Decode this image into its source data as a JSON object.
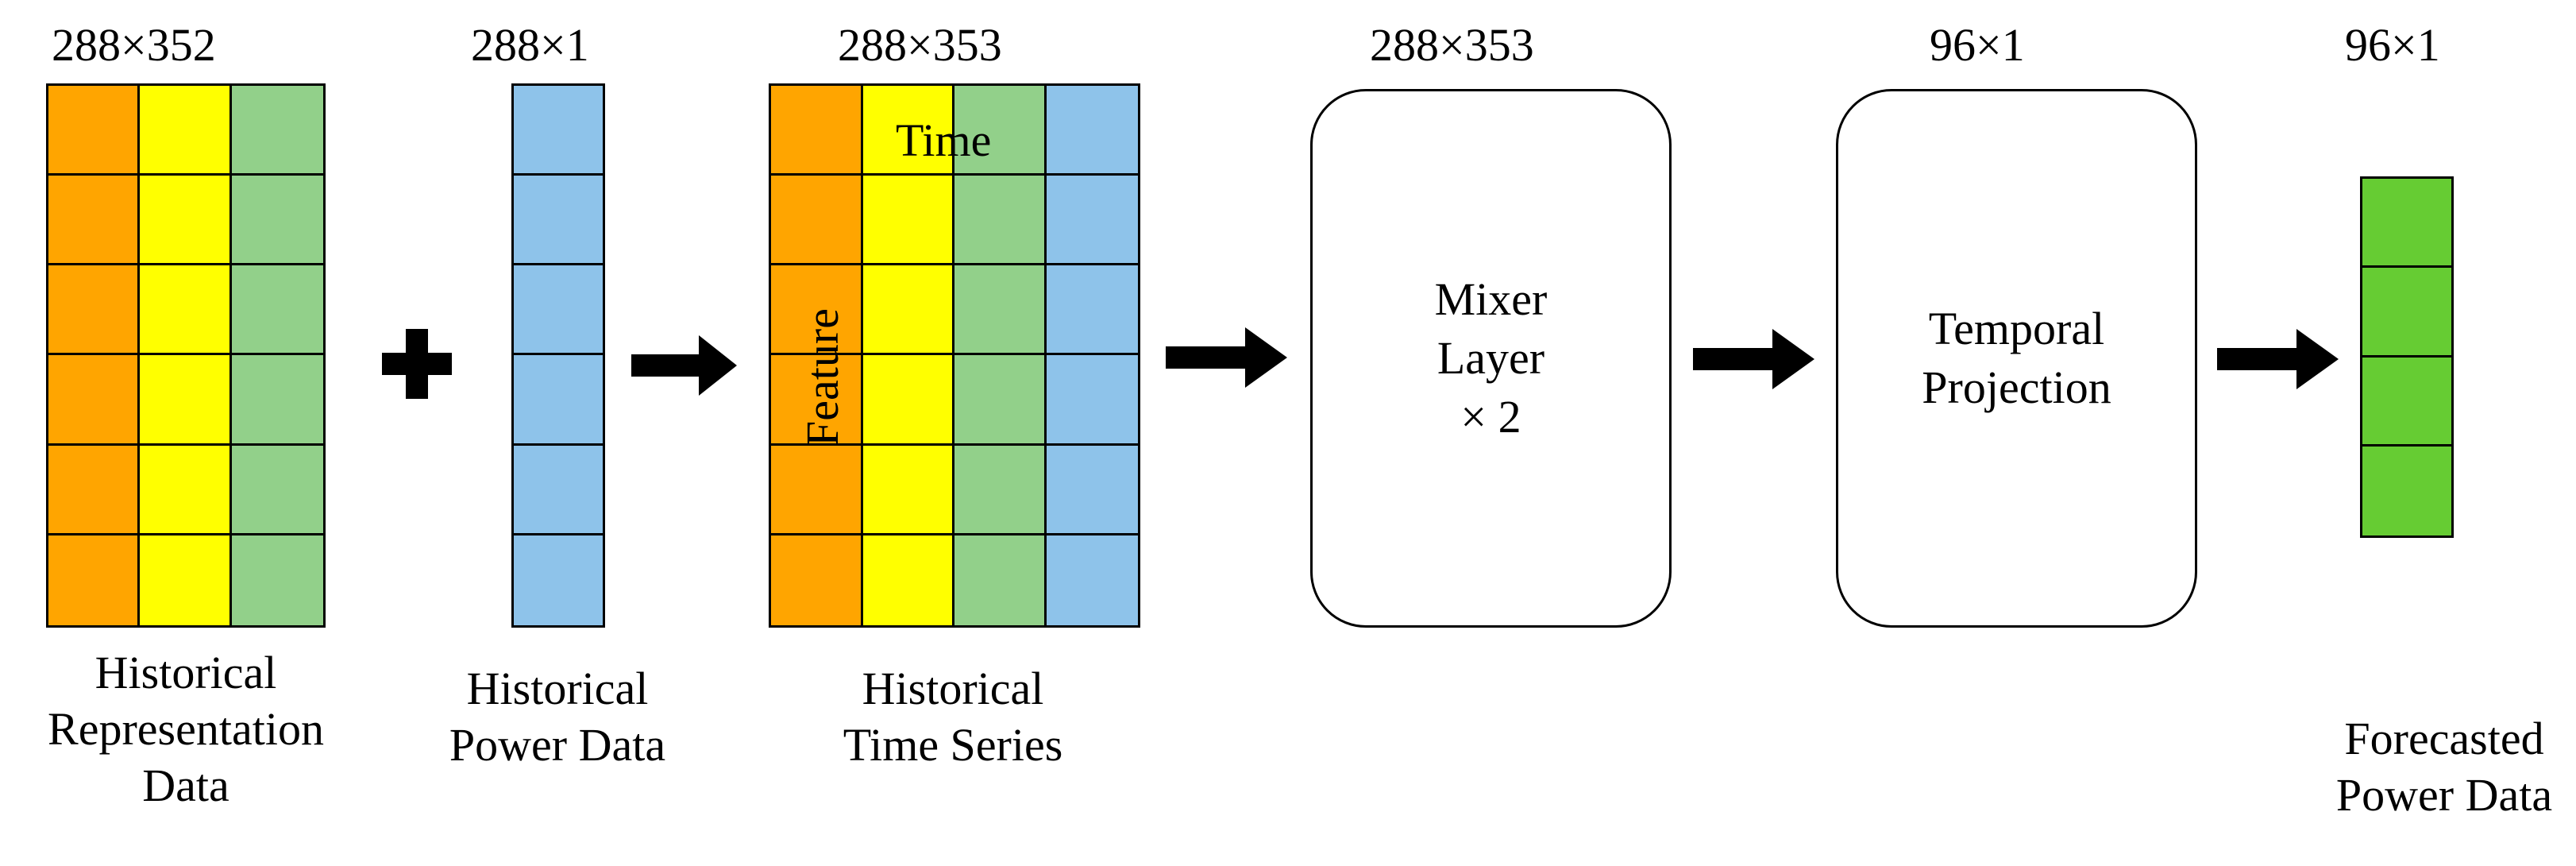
{
  "colors": {
    "orange": "#FFA500",
    "yellow": "#FFFF00",
    "green": "#92D08A",
    "blue": "#8EC3EA",
    "output_green": "#66CC33"
  },
  "dims": {
    "representation": "288×352",
    "power": "288×1",
    "time_series": "288×353",
    "mixer": "288×353",
    "projection": "96×1",
    "forecast": "96×1"
  },
  "labels": {
    "representation": [
      "Historical",
      "Representation",
      "Data"
    ],
    "power": [
      "Historical",
      "Power Data"
    ],
    "time_series": [
      "Historical",
      "Time Series"
    ],
    "forecast": [
      "Forecasted",
      "Power Data"
    ]
  },
  "axes": {
    "time": "Time",
    "feature": "Feature"
  },
  "blocks": {
    "mixer": [
      "Mixer",
      "Layer",
      "× 2"
    ],
    "projection": [
      "Temporal",
      "Projection"
    ]
  },
  "icons": {
    "plus": "plus-icon",
    "arrow": "arrow-right-icon"
  }
}
